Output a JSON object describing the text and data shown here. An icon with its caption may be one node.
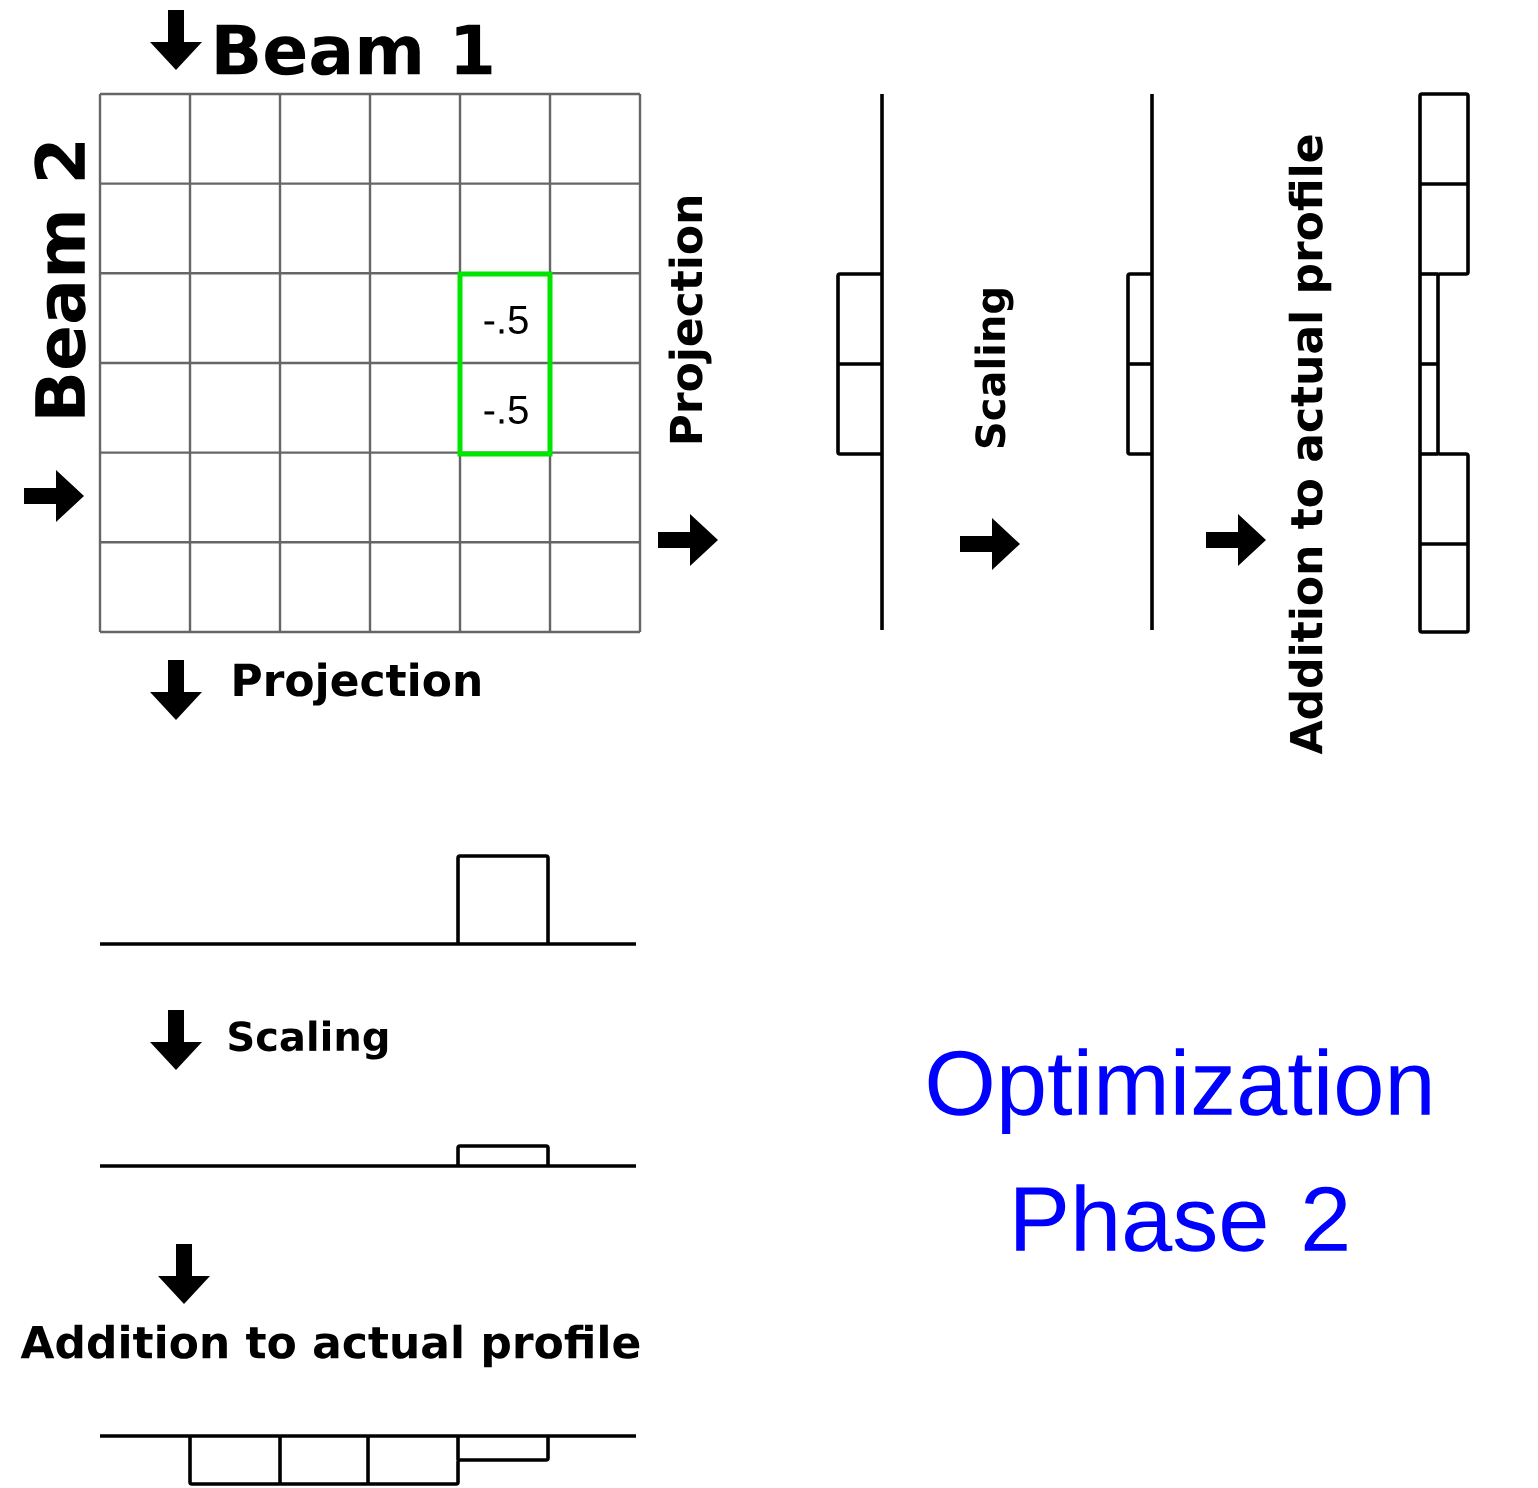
{
  "diagram": {
    "title": "Optimization Phase 2",
    "labels": [
      "Beam 1",
      "Beam 2",
      "-.5",
      "-.5",
      "Projection",
      "Scaling",
      "Addition to actual profile",
      "Projection",
      "Scaling",
      "Addition to actual profile"
    ]
  }
}
